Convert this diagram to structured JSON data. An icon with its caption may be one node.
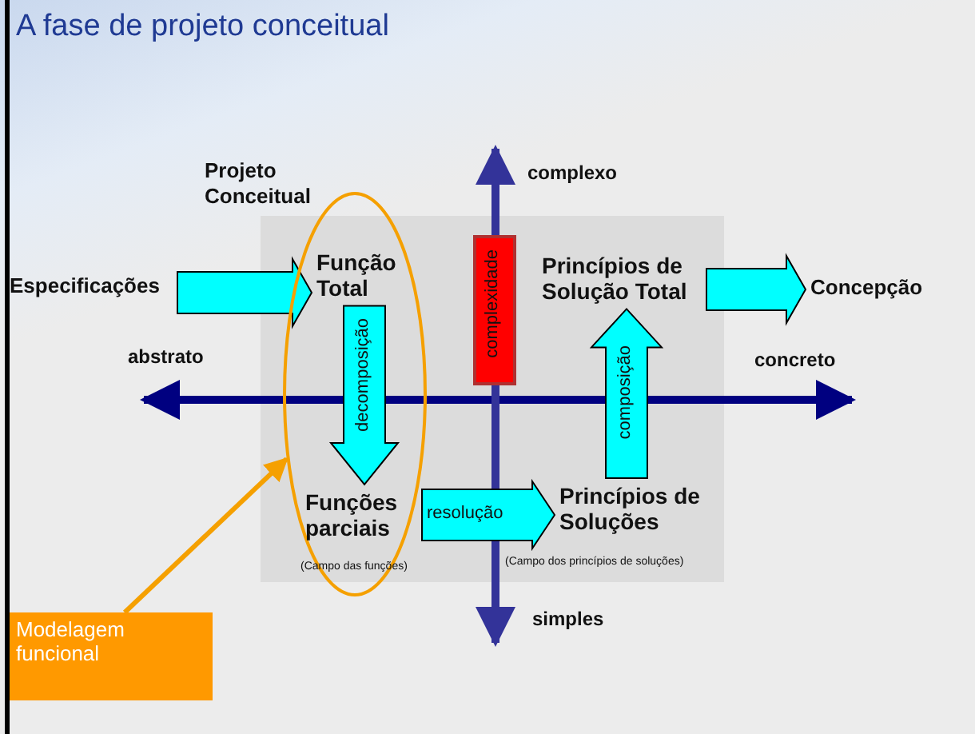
{
  "diagram": {
    "title": "A fase de projeto conceitual",
    "nodes": [
      {
        "text": [
          "Especificações"
        ]
      },
      {
        "text": [],
        "shape": "ellipse"
      },
      {
        "text": [
          "Função Total"
        ],
        "in": 1
      },
      {
        "text": [
          "Funções parciais"
        ],
        "in": 1
      },
      {
        "text": [
          "Princípios de Soluções"
        ]
      },
      {
        "text": [
          "Princípios de Solução Total"
        ]
      },
      {
        "text": [
          "Concepção"
        ]
      },
      {
        "text": [
          "Modelagem funcional"
        ]
      }
    ],
    "edges": [
      {
        "from": 0,
        "to": 2,
        "arrow": "to"
      },
      {
        "from": 2,
        "to": 3,
        "arrow": "to",
        "label": "decomposição"
      },
      {
        "from": 3,
        "to": 4,
        "arrow": "to",
        "label": "resolução"
      },
      {
        "from": 4,
        "to": 5,
        "arrow": "to",
        "label": "composição"
      },
      {
        "from": 5,
        "to": 6,
        "arrow": "to"
      },
      {
        "from": 7,
        "to": 1,
        "arrow": "to",
        "color": "#f5a000"
      }
    ],
    "labels": [
      "Projeto Conceitual",
      "complexo",
      "complexidade",
      "abstrato",
      "concreto",
      "(Campo das funções)",
      "(Campo dos princípios de soluções)",
      "simples"
    ]
  }
}
